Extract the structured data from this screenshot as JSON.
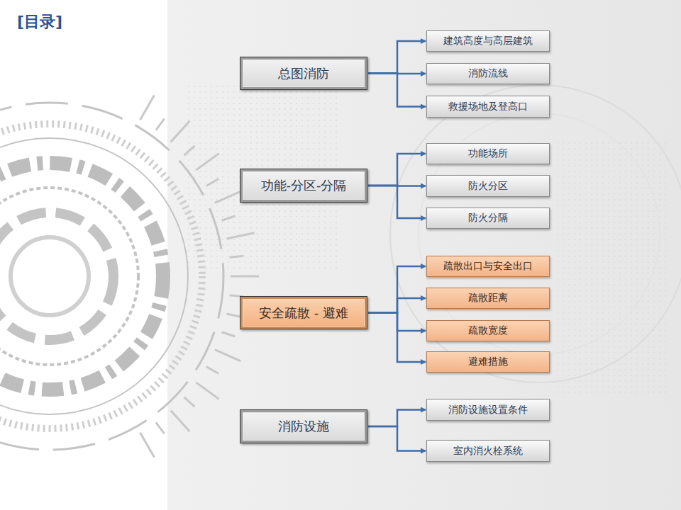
{
  "diagram": {
    "title": "[目录]",
    "nodes": [
      {
        "text": [
          "总图消防"
        ]
      },
      {
        "text": [
          "建筑高度与高层建筑"
        ]
      },
      {
        "text": [
          "消防流线"
        ]
      },
      {
        "text": [
          "救援场地及登高口"
        ]
      },
      {
        "text": [
          "功能-分区-分隔"
        ]
      },
      {
        "text": [
          "功能场所"
        ]
      },
      {
        "text": [
          "防火分区"
        ]
      },
      {
        "text": [
          "防火分隔"
        ]
      },
      {
        "text": [
          "安全疏散 - 避难"
        ]
      },
      {
        "text": [
          "疏散出口与安全出口"
        ]
      },
      {
        "text": [
          "疏散距离"
        ]
      },
      {
        "text": [
          "疏散宽度"
        ]
      },
      {
        "text": [
          "避难措施"
        ]
      },
      {
        "text": [
          "消防设施"
        ]
      },
      {
        "text": [
          "消防设施设置条件"
        ]
      },
      {
        "text": [
          "室内消火栓系统"
        ]
      }
    ],
    "edges": [
      {
        "from": 0,
        "to": 1,
        "arrow": "to"
      },
      {
        "from": 0,
        "to": 2,
        "arrow": "to"
      },
      {
        "from": 0,
        "to": 3,
        "arrow": "to"
      },
      {
        "from": 4,
        "to": 5,
        "arrow": "to"
      },
      {
        "from": 4,
        "to": 6,
        "arrow": "to"
      },
      {
        "from": 4,
        "to": 7,
        "arrow": "to"
      },
      {
        "from": 8,
        "to": 9,
        "arrow": "to"
      },
      {
        "from": 8,
        "to": 10,
        "arrow": "to"
      },
      {
        "from": 8,
        "to": 11,
        "arrow": "to"
      },
      {
        "from": 8,
        "to": 12,
        "arrow": "to"
      },
      {
        "from": 13,
        "to": 14,
        "arrow": "to"
      },
      {
        "from": 13,
        "to": 15,
        "arrow": "to"
      }
    ]
  }
}
